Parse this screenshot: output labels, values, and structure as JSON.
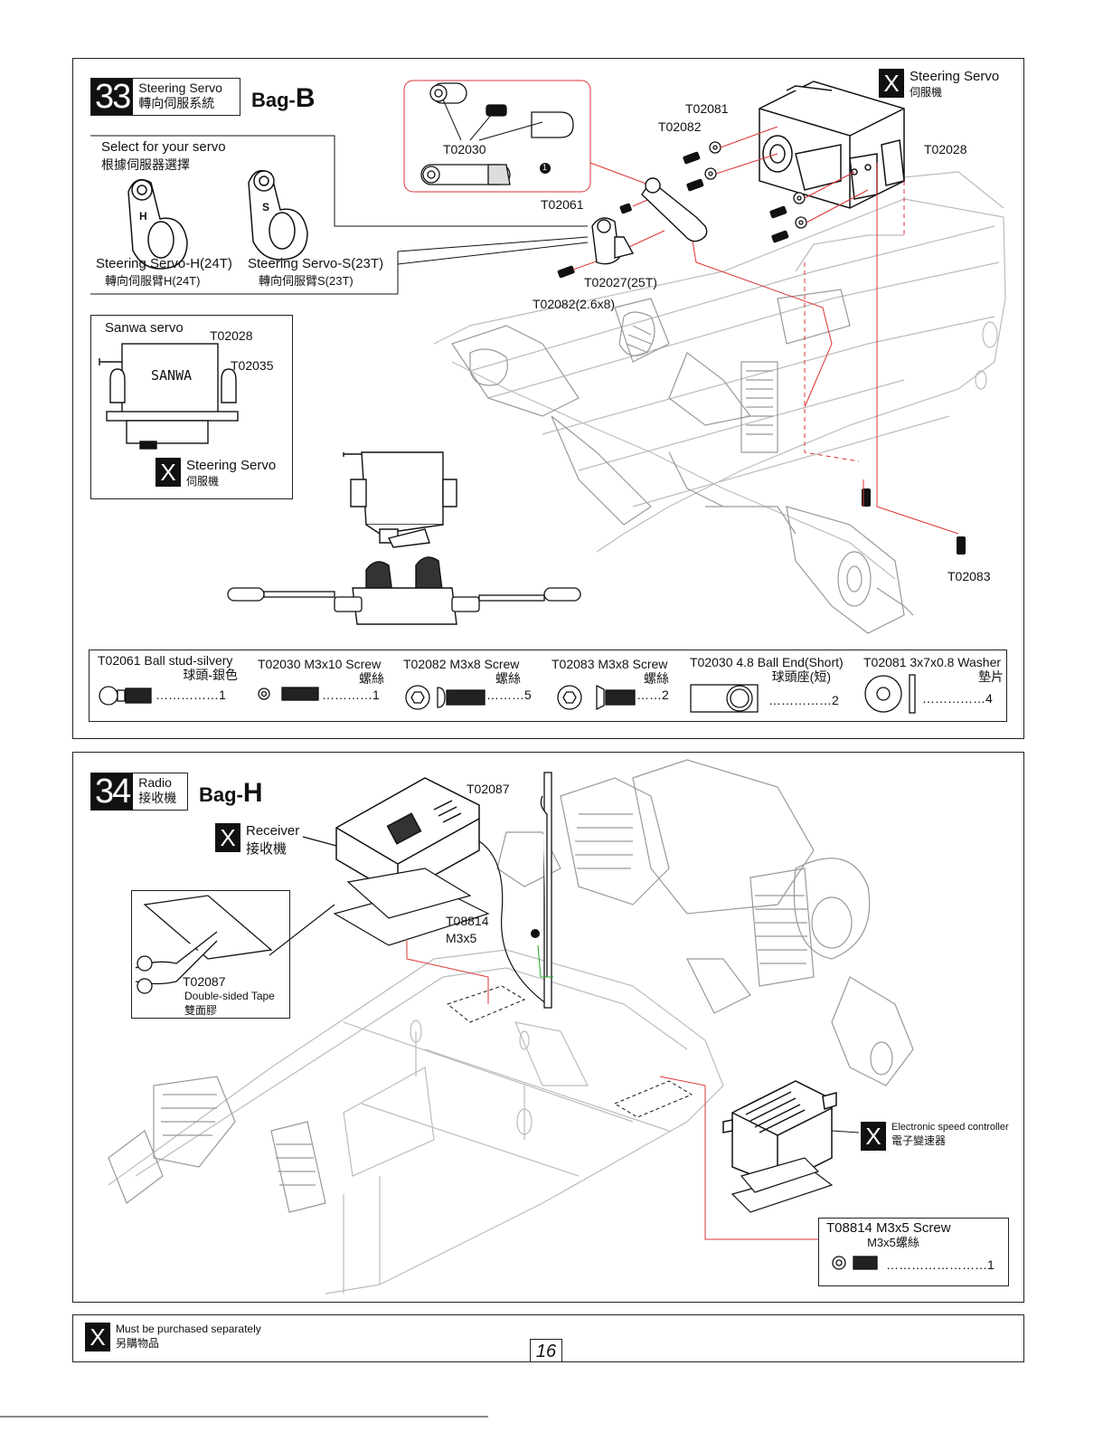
{
  "step33": {
    "number": "33",
    "title_en": "Steering Servo",
    "title_cn": "轉向伺服系統",
    "bag_prefix": "Bag-",
    "bag_letter": "B",
    "servo_x_label_en": "Steering Servo",
    "servo_x_label_cn": "伺服機",
    "x_symbol": "X",
    "callouts": {
      "t02030": "T02030",
      "t02081": "T02081",
      "t02082": "T02082",
      "t02028": "T02028",
      "t02061": "T02061",
      "t02027": "T02027(25T)",
      "t02082b": "T02082(2.6x8)",
      "t02083": "T02083",
      "note_num": "1"
    },
    "select_box": {
      "title_en": "Select for your servo",
      "title_cn": "根據伺服器選擇",
      "h_label_en": "Steering Servo-H(24T)",
      "h_label_cn": "轉向伺服臂H(24T)",
      "s_label_en": "Steering Servo-S(23T)",
      "s_label_cn": "轉向伺服臂S(23T)",
      "h_letter": "H",
      "s_letter": "S"
    },
    "sanwa_box": {
      "title": "Sanwa servo",
      "brand": "SANWA",
      "t02028": "T02028",
      "t02035": "T02035",
      "servo_en": "Steering Servo",
      "servo_cn": "伺服機"
    },
    "parts": [
      {
        "en": "T02061 Ball stud-silvery",
        "cn": "球頭-銀色",
        "qty": "……………1"
      },
      {
        "en": "T02030 M3x10 Screw",
        "cn": "螺絲",
        "qty": "…………1"
      },
      {
        "en": "T02082 M3x8 Screw",
        "cn": "螺絲",
        "qty": "………5"
      },
      {
        "en": "T02083 M3x8 Screw",
        "cn": "螺絲",
        "qty": "……2"
      },
      {
        "en": "T02030 4.8 Ball End(Short)",
        "cn": "球頭座(短)",
        "qty": "……………2"
      },
      {
        "en": "T02081 3x7x0.8 Washer",
        "cn": "墊片",
        "qty": "……………4"
      }
    ]
  },
  "step34": {
    "number": "34",
    "title_en": "Radio",
    "title_cn": "接收機",
    "bag_prefix": "Bag-",
    "bag_letter": "H",
    "x_symbol": "X",
    "receiver_en": "Receiver",
    "receiver_cn": "接收機",
    "t02087": "T02087",
    "t08814": "T08814",
    "m3x5": "M3x5",
    "tape_code": "T02087",
    "tape_en": "Double-sided Tape",
    "tape_cn": "雙面膠",
    "esc_en": "Electronic speed controller",
    "esc_cn": "電子變速器",
    "parts": {
      "en": "T08814 M3x5 Screw",
      "cn": "M3x5螺絲",
      "qty": "……………………1"
    }
  },
  "footer": {
    "x_symbol": "X",
    "note_en": "Must be purchased separately",
    "note_cn": "另購物品",
    "page": "16"
  }
}
